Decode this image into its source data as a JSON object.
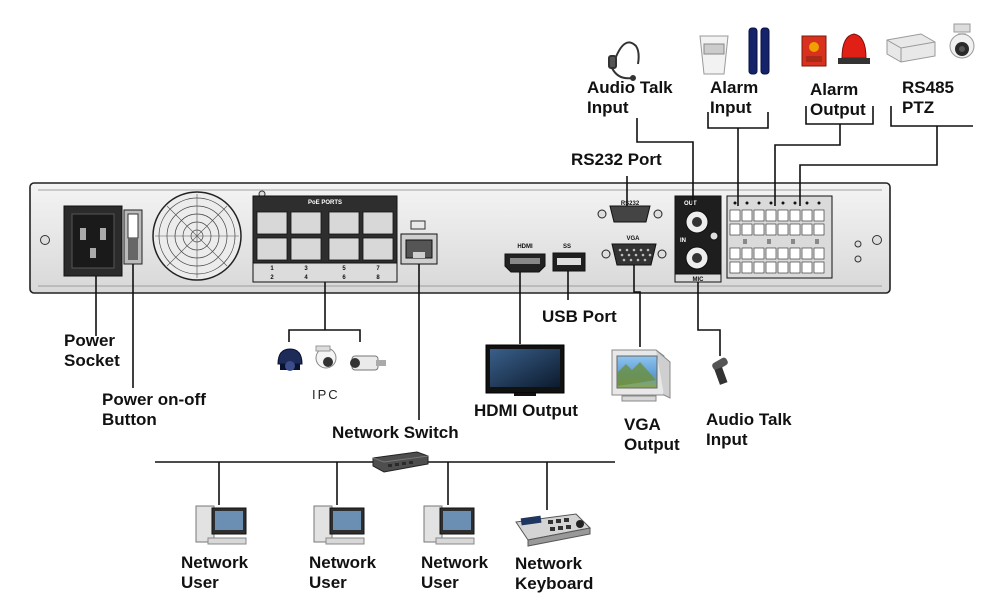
{
  "labels": {
    "power_socket": [
      "Power",
      "Socket"
    ],
    "power_button": [
      "Power on-off",
      "Button"
    ],
    "ipc": "IPC",
    "network_switch": "Network Switch",
    "hdmi_output": "HDMI Output",
    "usb_port": "USB Port",
    "vga_output": [
      "VGA",
      "Output"
    ],
    "rs232_port": "RS232 Port",
    "audio_talk_input_top": [
      "Audio Talk",
      "Input"
    ],
    "alarm_input": [
      "Alarm",
      "Input"
    ],
    "alarm_output": [
      "Alarm",
      "Output"
    ],
    "rs485_ptz": [
      "RS485",
      "PTZ"
    ],
    "audio_talk_input_bottom": [
      "Audio Talk",
      "Input"
    ],
    "network_user_1": [
      "Network",
      "User"
    ],
    "network_user_2": [
      "Network",
      "User"
    ],
    "network_user_3": [
      "Network",
      "User"
    ],
    "network_keyboard": [
      "Network",
      "Keyboard"
    ]
  },
  "panel_text": {
    "poe_ports": "PoE PORTS",
    "port_numbers_top": [
      "1",
      "3",
      "5",
      "7"
    ],
    "port_numbers_bottom": [
      "2",
      "4",
      "6",
      "8"
    ],
    "hdmi": "HDMI",
    "usb": "SS",
    "rs232": "RS232",
    "vga": "VGA",
    "out": "OUT",
    "in": "IN",
    "mic": "MIC"
  }
}
